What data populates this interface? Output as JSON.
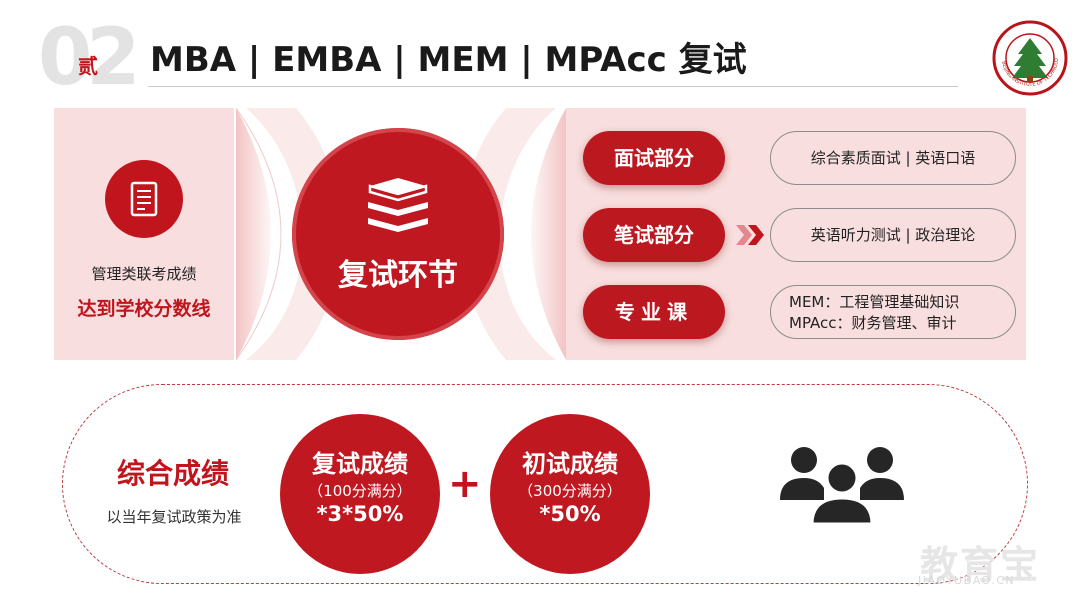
{
  "header": {
    "section_number": "02",
    "section_label": "贰",
    "title": "MBA | EMBA | MEM | MPAcc 复试"
  },
  "left_panel": {
    "icon": "document-list-icon",
    "text_line1": "管理类联考成绩",
    "text_line2": "达到学校分数线"
  },
  "center": {
    "icon": "books-icon",
    "label": "复试环节"
  },
  "right_panel": {
    "items": [
      {
        "pill": "面试部分",
        "detail": "综合素质面试 | 英语口语"
      },
      {
        "pill": "笔试部分",
        "detail": "英语听力测试 | 政治理论"
      },
      {
        "pill": "专业课",
        "detail_lines": [
          "MEM：工程管理基础知识",
          "MPAcc：财务管理、审计"
        ]
      }
    ],
    "arrow_icon": "chevrons-right-icon"
  },
  "bottom": {
    "title": "综合成绩",
    "subtitle": "以当年复试政策为准",
    "circle1": {
      "title": "复试成绩",
      "sub": "（100分满分）",
      "formula": "*3*50%"
    },
    "operator": "+",
    "circle2": {
      "title": "初试成绩",
      "sub": "（300分满分）",
      "formula": "*50%"
    },
    "icon": "people-group-icon"
  },
  "logo": {
    "ring_text": "BEIJING INSTITUTE OF TECHNOLOGY",
    "icon": "university-seal-icon"
  },
  "watermark": {
    "text": "教育宝",
    "url_text": "JIAOYUBAO.CN"
  },
  "colors": {
    "brand_red": "#c0151c",
    "panel_pink": "#f8dede",
    "logo_green": "#2e7d32"
  }
}
